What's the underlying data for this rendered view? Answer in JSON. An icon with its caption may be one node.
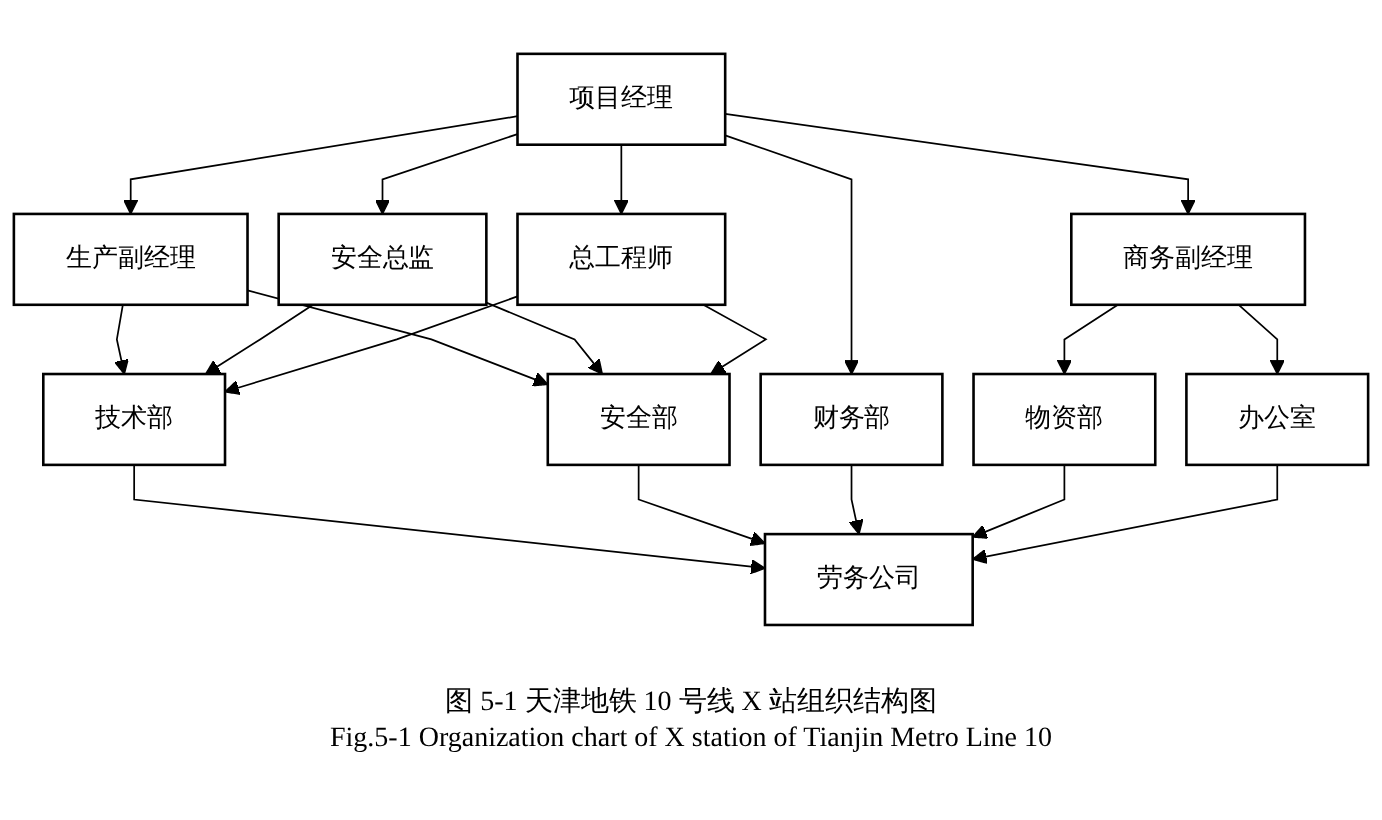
{
  "diagram": {
    "caption": "图 5-1 天津地铁 10 号线 X 站组织结构图",
    "nodes": [
      {
        "text": [
          "项目经理"
        ]
      },
      {
        "text": [
          "生产副经理"
        ]
      },
      {
        "text": [
          "安全总监"
        ]
      },
      {
        "text": [
          "总工程师"
        ]
      },
      {
        "text": [
          "商务副经理"
        ]
      },
      {
        "text": [
          "技术部"
        ]
      },
      {
        "text": [
          "安全部"
        ]
      },
      {
        "text": [
          "财务部"
        ]
      },
      {
        "text": [
          "物资部"
        ]
      },
      {
        "text": [
          "办公室"
        ]
      },
      {
        "text": [
          "劳务公司"
        ]
      }
    ],
    "edges": [
      {
        "from": 0,
        "to": 1,
        "arrow": "to"
      },
      {
        "from": 0,
        "to": 2,
        "arrow": "to"
      },
      {
        "from": 0,
        "to": 3,
        "arrow": "to"
      },
      {
        "from": 0,
        "to": 4,
        "arrow": "to"
      },
      {
        "from": 0,
        "to": 7,
        "arrow": "to"
      },
      {
        "from": 1,
        "to": 5,
        "arrow": "to"
      },
      {
        "from": 1,
        "to": 6,
        "arrow": "to"
      },
      {
        "from": 2,
        "to": 5,
        "arrow": "to"
      },
      {
        "from": 2,
        "to": 6,
        "arrow": "to"
      },
      {
        "from": 3,
        "to": 5,
        "arrow": "to"
      },
      {
        "from": 3,
        "to": 6,
        "arrow": "to"
      },
      {
        "from": 4,
        "to": 8,
        "arrow": "to"
      },
      {
        "from": 4,
        "to": 9,
        "arrow": "to"
      },
      {
        "from": 5,
        "to": 10,
        "arrow": "to"
      },
      {
        "from": 6,
        "to": 10,
        "arrow": "to"
      },
      {
        "from": 7,
        "to": 10,
        "arrow": "to"
      },
      {
        "from": 8,
        "to": 10,
        "arrow": "to"
      },
      {
        "from": 9,
        "to": 10,
        "arrow": "to"
      }
    ],
    "labels": [
      "Fig.5-1 Organization chart of X station of Tianjin Metro Line 10"
    ]
  }
}
